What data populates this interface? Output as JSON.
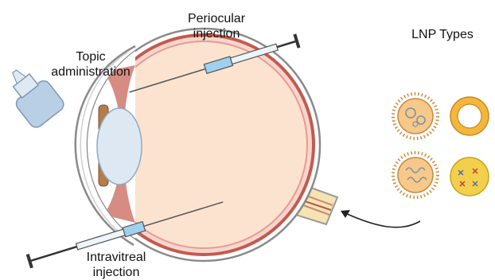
{
  "labels": {
    "periocular": [
      "Periocular",
      "injection"
    ],
    "topic": [
      "Topic",
      "administration"
    ],
    "intravitreal": [
      "Intravitreal",
      "injection"
    ],
    "lnp_types": "LNP Types"
  },
  "colors": {
    "sclera_outline": "#8a8a8a",
    "vitreous": "#fbe3cf",
    "choroid": "#b5564a",
    "iris": "#b67c4a",
    "lens": "#dde8f2",
    "syringe_barrel": "#9fd0ef",
    "optic_nerve": "#f6e3b2",
    "bottle": "#b9cfe6",
    "lnp_particle": "#f6c98a",
    "lnp_ring": "#f4b73c",
    "lnp_solid": "#f2d04c"
  },
  "icons": [
    "dropper-bottle-icon",
    "syringe-icon",
    "lipid-nanoparticle-icon"
  ]
}
